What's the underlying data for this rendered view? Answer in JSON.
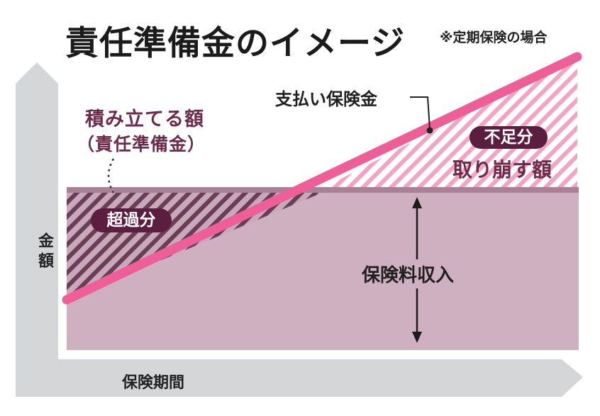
{
  "title": "責任準備金のイメージ",
  "note": "※定期保険の場合",
  "axes": {
    "y_label": "金額",
    "x_label": "保険期間"
  },
  "labels": {
    "payout": "支払い保険金",
    "reserve_line1": "積み立てる額",
    "reserve_line2": "（責任準備金）",
    "excess": "超過分",
    "shortfall_line1": "不足分",
    "shortfall_line2": "取り崩す額",
    "premium_income": "保険料収入"
  },
  "colors": {
    "axis_gray": "#d4d6d8",
    "premium_fill": "#cfb0c0",
    "premium_top_band": "#a98197",
    "payout_line": "#ee5f98",
    "excess_hatch": "#6a3e55",
    "shortfall_hatch": "#f2a4c3",
    "badge": "#5b1e40",
    "reserve_text": "#6e2a4b"
  }
}
